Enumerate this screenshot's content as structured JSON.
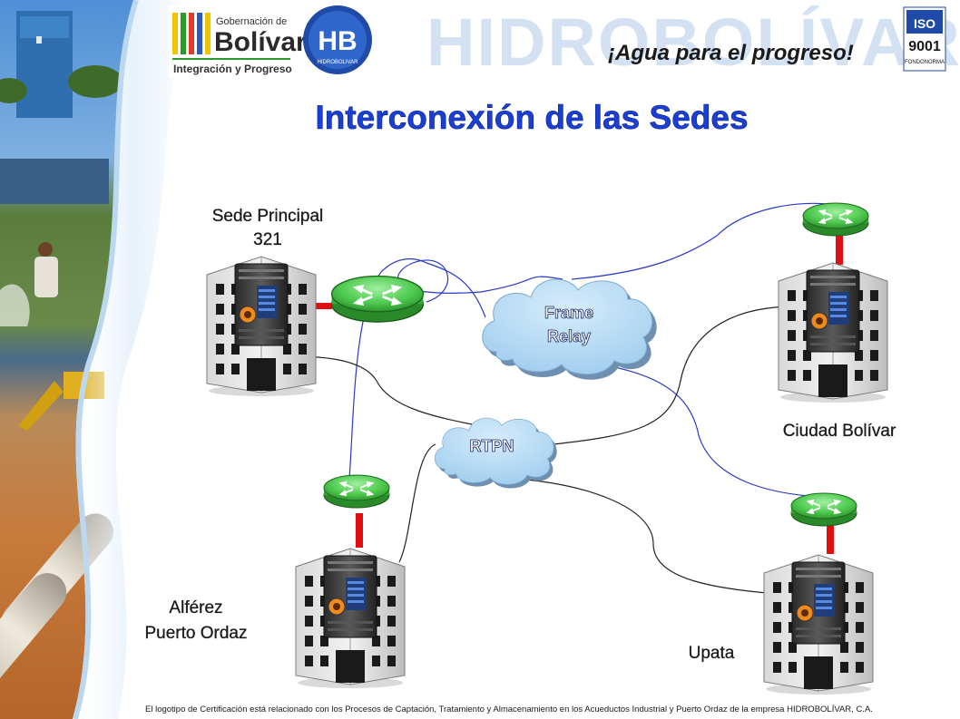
{
  "header": {
    "gov_logo_line1": "Gobernación de",
    "gov_logo_line2": "Bolívar",
    "gov_logo_tagline": "Integración y Progreso",
    "hb_logo_text": "HB",
    "hb_logo_sub": "HIDROBOLIVAR",
    "watermark": "HIDROBOLÍVAR",
    "slogan": "¡Agua para el progreso!",
    "iso_label": "ISO",
    "iso_number": "9001",
    "iso_org": "FONDONORMA"
  },
  "title": "Interconexión de las Sedes",
  "sites": {
    "principal_line1": "Sede Principal",
    "principal_line2": "321",
    "ciudad_bolivar": "Ciudad Bolívar",
    "alferez_line1": "Alférez",
    "alferez_line2": "Puerto Ordaz",
    "upata": "Upata"
  },
  "clouds": {
    "frame_relay_line1": "Frame",
    "frame_relay_line2": "Relay",
    "rtpn": "RTPN"
  },
  "footer": "El logotipo de Certificación está relacionado con los Procesos de Captación, Tratamiento y Almacenamiento en los Acueductos Industrial y Puerto Ordaz de la empresa HIDROBOLÍVAR, C.A.",
  "colors": {
    "title": "#1a3fd6",
    "router_green": "#4cc84c",
    "link_red": "#e01010",
    "wan_blue": "#2a38c8",
    "pstn_black": "#222222",
    "cloud": "#a9d3f1"
  }
}
